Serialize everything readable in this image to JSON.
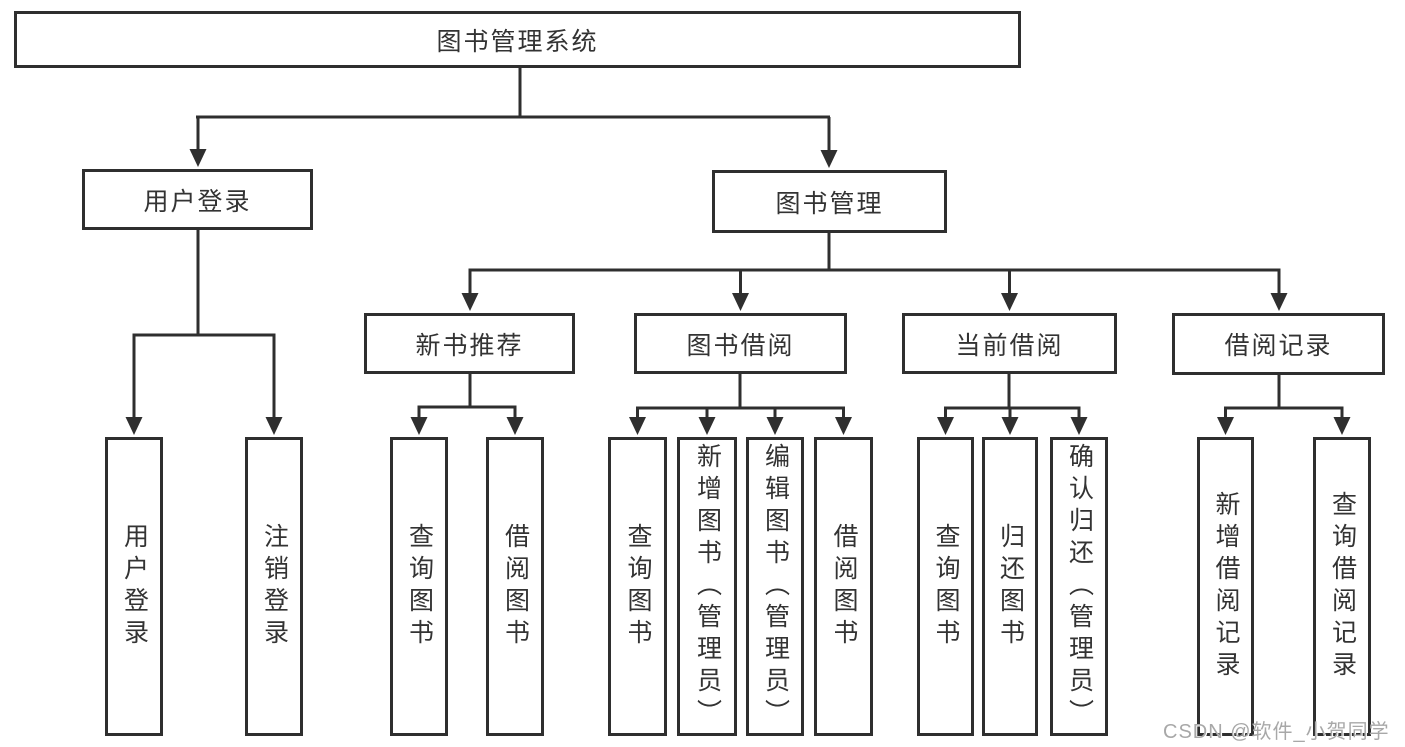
{
  "tree": {
    "root": {
      "label": "图书管理系统"
    },
    "branches": [
      {
        "label": "用户登录",
        "children": [
          {
            "label": "用户登录"
          },
          {
            "label": "注销登录"
          }
        ]
      },
      {
        "label": "图书管理",
        "children": [
          {
            "label": "新书推荐",
            "children": [
              {
                "label": "查询图书"
              },
              {
                "label": "借阅图书"
              }
            ]
          },
          {
            "label": "图书借阅",
            "children": [
              {
                "label": "查询图书"
              },
              {
                "label": "新增图书（管理员）"
              },
              {
                "label": "编辑图书（管理员）"
              },
              {
                "label": "借阅图书"
              }
            ]
          },
          {
            "label": "当前借阅",
            "children": [
              {
                "label": "查询图书"
              },
              {
                "label": "归还图书"
              },
              {
                "label": "确认归还（管理员）"
              }
            ]
          },
          {
            "label": "借阅记录",
            "children": [
              {
                "label": "新增借阅记录"
              },
              {
                "label": "查询借阅记录"
              }
            ]
          }
        ]
      }
    ]
  },
  "watermark": {
    "text": "CSDN @软件_小贺同学"
  },
  "colors": {
    "line": "#2f2f2f",
    "box_border": "#2f2f2f",
    "text": "#333333",
    "watermark": "#a8a8a8",
    "background": "#ffffff"
  }
}
